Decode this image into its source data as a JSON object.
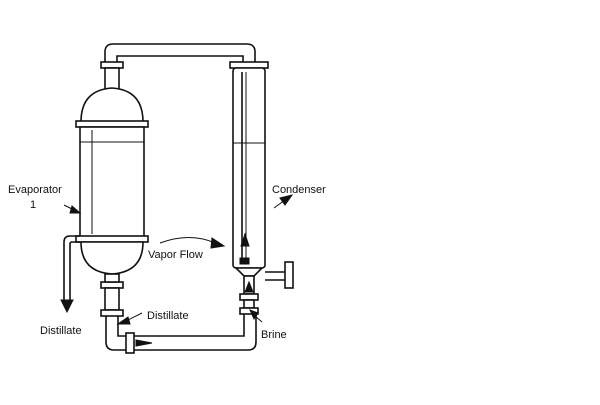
{
  "diagram": {
    "labels": {
      "evaporator_line1": "Evaporator",
      "evaporator_line2": "1",
      "condenser": "Condenser",
      "vapor_flow": "Vapor Flow",
      "distillate_left": "Distillate",
      "distillate_right": "Distillate",
      "brine": "Brine"
    },
    "colors": {
      "ink": "#111111",
      "background": "#ffffff"
    }
  }
}
